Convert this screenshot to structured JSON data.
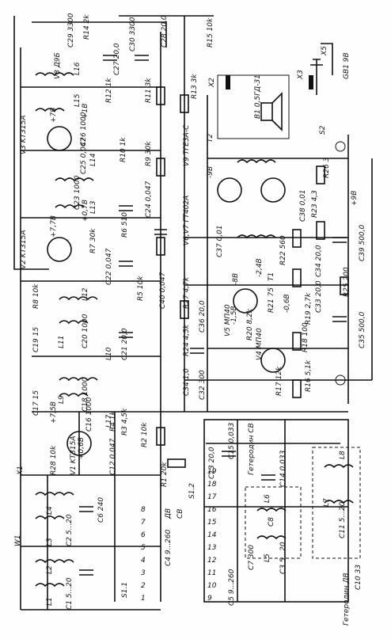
{
  "diagram": {
    "labels": [
      {
        "id": "C29",
        "text": "C29 3300"
      },
      {
        "id": "R14",
        "text": "R14 2k"
      },
      {
        "id": "V8",
        "text": "V8 Д9Б"
      },
      {
        "id": "C27",
        "text": "C27 20,0"
      },
      {
        "id": "C30",
        "text": "C30 3300"
      },
      {
        "id": "C28",
        "text": "C28 20,0"
      },
      {
        "id": "R15",
        "text": "R15 10k"
      },
      {
        "id": "L16",
        "text": "L16"
      },
      {
        "id": "L15",
        "text": "L15"
      },
      {
        "id": "R12",
        "text": "R12 1k"
      },
      {
        "id": "R11",
        "text": "R11 3k"
      },
      {
        "id": "R13",
        "text": "R13 3k"
      },
      {
        "id": "C26",
        "text": "C26 1000"
      },
      {
        "id": "C25",
        "text": "C25 0,047"
      },
      {
        "id": "R10",
        "text": "R10 1k"
      },
      {
        "id": "R9",
        "text": "R9 30k"
      },
      {
        "id": "L14",
        "text": "L14"
      },
      {
        "id": "V3",
        "text": "V3 KT315A"
      },
      {
        "id": "V9",
        "text": "V9 ТГЕ3А-С"
      },
      {
        "id": "C23",
        "text": "C23 1000"
      },
      {
        "id": "C24",
        "text": "C24 0,047"
      },
      {
        "id": "L13",
        "text": "L13"
      },
      {
        "id": "V2",
        "text": "V2 KT315A"
      },
      {
        "id": "R7",
        "text": "R7 30k"
      },
      {
        "id": "R6",
        "text": "R6 510"
      },
      {
        "id": "V67",
        "text": "V6,V7 ГТ402А"
      },
      {
        "id": "R8",
        "text": "R8 10k"
      },
      {
        "id": "C22",
        "text": "C22 0,047"
      },
      {
        "id": "R5",
        "text": "R5 10k"
      },
      {
        "id": "L12",
        "text": "L12"
      },
      {
        "id": "C20",
        "text": "C20 1000"
      },
      {
        "id": "L11",
        "text": "L11"
      },
      {
        "id": "C40",
        "text": "C40 0,047"
      },
      {
        "id": "R27",
        "text": "R27 4,7k"
      },
      {
        "id": "C19",
        "text": "C19 15"
      },
      {
        "id": "C21",
        "text": "C21 20,0"
      },
      {
        "id": "L10",
        "text": "L10"
      },
      {
        "id": "R24",
        "text": "R24 4,5k"
      },
      {
        "id": "C36",
        "text": "C36 20,0"
      },
      {
        "id": "V5",
        "text": "V5 МП40"
      },
      {
        "id": "C17",
        "text": "C17 15"
      },
      {
        "id": "C18",
        "text": "C18 1000"
      },
      {
        "id": "L9",
        "text": "L9"
      },
      {
        "id": "C34",
        "text": "C34 1,0"
      },
      {
        "id": "C32",
        "text": "C32 300"
      },
      {
        "id": "R20",
        "text": "R20 8,2k"
      },
      {
        "id": "V4",
        "text": "V4 МП40"
      },
      {
        "id": "R17",
        "text": "R17 12k"
      },
      {
        "id": "C16",
        "text": "C16 1000"
      },
      {
        "id": "L17",
        "text": "L17"
      },
      {
        "id": "R3",
        "text": "R3 4,5k"
      },
      {
        "id": "R4",
        "text": "R4 1k"
      },
      {
        "id": "R2",
        "text": "R2 10k"
      },
      {
        "id": "R28",
        "text": "R28 10k"
      },
      {
        "id": "V1",
        "text": "V1 KT315A"
      },
      {
        "id": "C12",
        "text": "C12 0,047"
      },
      {
        "id": "R1",
        "text": "R1 20k"
      },
      {
        "id": "C15",
        "text": "C15 0,033"
      },
      {
        "id": "C13",
        "text": "C13 20,0"
      },
      {
        "id": "S12",
        "text": "S1.2"
      },
      {
        "id": "L4",
        "text": "L4"
      },
      {
        "id": "L3",
        "text": "L3"
      },
      {
        "id": "C2",
        "text": "C2 5...20"
      },
      {
        "id": "C6",
        "text": "C6 240"
      },
      {
        "id": "C4",
        "text": "C4 9...260"
      },
      {
        "id": "S11",
        "text": "S1.1"
      },
      {
        "id": "L2",
        "text": "L2"
      },
      {
        "id": "L1",
        "text": "L1"
      },
      {
        "id": "C1",
        "text": "C1 5...20"
      },
      {
        "id": "W1",
        "text": "W1"
      },
      {
        "id": "X1",
        "text": "X1"
      },
      {
        "id": "L6",
        "text": "L6"
      },
      {
        "id": "C14",
        "text": "C14 0,033"
      },
      {
        "id": "C7",
        "text": "C7 300"
      },
      {
        "id": "L5",
        "text": "L5"
      },
      {
        "id": "C3",
        "text": "C3 5...20"
      },
      {
        "id": "C8",
        "text": "C8"
      },
      {
        "id": "C5",
        "text": "C5 9...260"
      },
      {
        "id": "L7",
        "text": "L7"
      },
      {
        "id": "L8",
        "text": "L8"
      },
      {
        "id": "C11",
        "text": "C11 5...20"
      },
      {
        "id": "C10",
        "text": "C10 33"
      },
      {
        "id": "GetSV",
        "text": "Гетеродин СВ"
      },
      {
        "id": "GetDV",
        "text": "Гетеродин ДВ"
      },
      {
        "id": "DV",
        "text": "ДВ"
      },
      {
        "id": "SV",
        "text": "СВ"
      },
      {
        "id": "B1",
        "text": "B1 0,5ГД-31"
      },
      {
        "id": "X2",
        "text": "X2"
      },
      {
        "id": "X3",
        "text": "X3"
      },
      {
        "id": "T2",
        "text": "T2"
      },
      {
        "id": "R26",
        "text": "R26 3"
      },
      {
        "id": "C38",
        "text": "C38 0,01"
      },
      {
        "id": "R23",
        "text": "R23 4,3"
      },
      {
        "id": "C39",
        "text": "C39 500,0"
      },
      {
        "id": "C37",
        "text": "C37 0,01"
      },
      {
        "id": "T1",
        "text": "T1"
      },
      {
        "id": "R22",
        "text": "R22 560"
      },
      {
        "id": "C34b",
        "text": "C34 20,0"
      },
      {
        "id": "R21",
        "text": "R21 75"
      },
      {
        "id": "R19",
        "text": "R19 2,7k"
      },
      {
        "id": "C33",
        "text": "C33 20,0"
      },
      {
        "id": "R25",
        "text": "R25 200"
      },
      {
        "id": "R18",
        "text": "R18 100"
      },
      {
        "id": "R16",
        "text": "R16 5,1k"
      },
      {
        "id": "C35",
        "text": "C35 500,0"
      },
      {
        "id": "GB1",
        "text": "GB1 9В"
      },
      {
        "id": "S2",
        "text": "S2"
      },
      {
        "id": "X5",
        "text": "X5"
      }
    ],
    "voltages": [
      "+7В",
      "+1В",
      "+7,7В",
      "+0,7В",
      "+7,5В",
      "+0,6В",
      "-9В",
      "-8В",
      "-1,5В",
      "-0,6В",
      "-2,4В",
      "+9В"
    ],
    "pins": [
      "1",
      "2",
      "3",
      "4",
      "5",
      "6",
      "7",
      "8",
      "9",
      "10",
      "11",
      "12",
      "13",
      "14",
      "15",
      "16",
      "17",
      "18",
      "19"
    ]
  }
}
